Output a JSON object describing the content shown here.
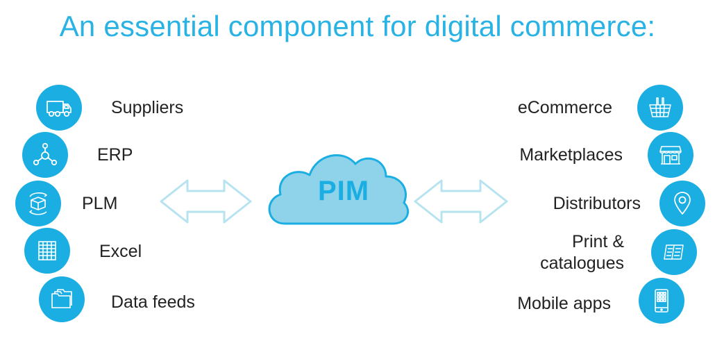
{
  "title": "An essential component for digital commerce:",
  "center": {
    "label": "PIM"
  },
  "colors": {
    "accent": "#1aaee3",
    "title": "#29b2e4",
    "cloud_fill": "#8fd3ea",
    "arrow_stroke": "#b7e3f1",
    "text": "#222222"
  },
  "sources": [
    {
      "label": "Suppliers",
      "icon": "truck-icon"
    },
    {
      "label": "ERP",
      "icon": "network-icon"
    },
    {
      "label": "PLM",
      "icon": "box-cycle-icon"
    },
    {
      "label": "Excel",
      "icon": "spreadsheet-icon"
    },
    {
      "label": "Data feeds",
      "icon": "folders-icon"
    }
  ],
  "channels": [
    {
      "label": "eCommerce",
      "icon": "basket-icon"
    },
    {
      "label": "Marketplaces",
      "icon": "storefront-icon"
    },
    {
      "label": "Distributors",
      "icon": "location-pin-icon"
    },
    {
      "label": "Print &\ncatalogues",
      "label_line1": "Print &",
      "label_line2": "catalogues",
      "icon": "catalogue-icon"
    },
    {
      "label": "Mobile apps",
      "icon": "mobile-phone-icon"
    }
  ]
}
